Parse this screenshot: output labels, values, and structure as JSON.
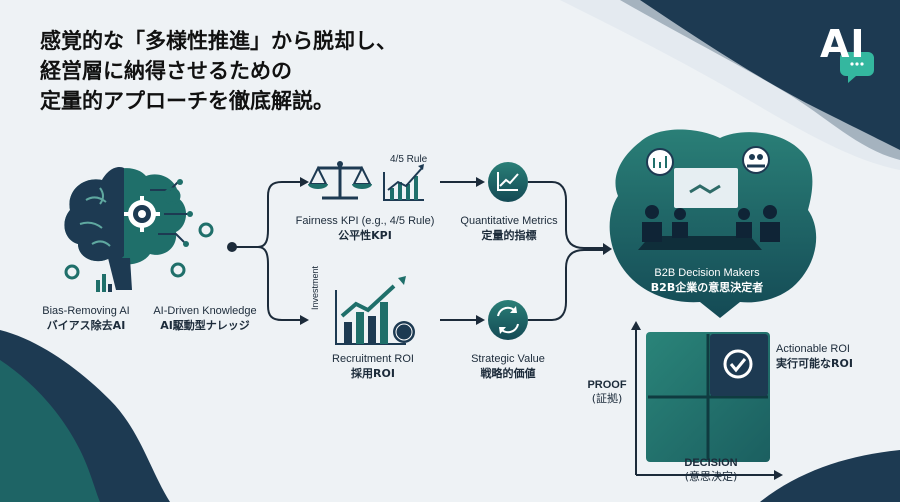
{
  "headline": {
    "line1": "感覚的な「多様性推進」から脱却し、",
    "line2": "経営層に納得させるための",
    "line3": "定量的アプローチを徹底解説。"
  },
  "logo": {
    "text": "AI",
    "icon": "chat-bubble-icon"
  },
  "nodes": {
    "bias_ai": {
      "en": "Bias-Removing AI",
      "jp": "バイアス除去AI"
    },
    "knowledge": {
      "en": "AI-Driven Knowledge",
      "jp": "AI駆動型ナレッジ"
    },
    "fairness": {
      "en": "Fairness KPI (e.g., 4/5 Rule)",
      "jp": "公平性KPI",
      "chart_label": "4/5 Rule"
    },
    "quant": {
      "en": "Quantitative Metrics",
      "jp": "定量的指標"
    },
    "recruit": {
      "en": "Recruitment ROI",
      "jp": "採用ROI",
      "chart_label": "Investment"
    },
    "strategic": {
      "en": "Strategic Value",
      "jp": "戦略的価値"
    },
    "b2b": {
      "en": "B2B Decision Makers",
      "jp": "B2B企業の意思決定者"
    },
    "roi": {
      "en": "Actionable ROI",
      "jp": "実行可能なROI"
    }
  },
  "matrix": {
    "y_label": "PROOF",
    "y_label_jp": "(証拠)",
    "x_label": "DECISION",
    "x_label_jp": "(意思決定)"
  },
  "colors": {
    "navy": "#1d3a52",
    "teal": "#1f6f6a",
    "teal_light": "#2e8c80",
    "line": "#1c2b3a"
  }
}
